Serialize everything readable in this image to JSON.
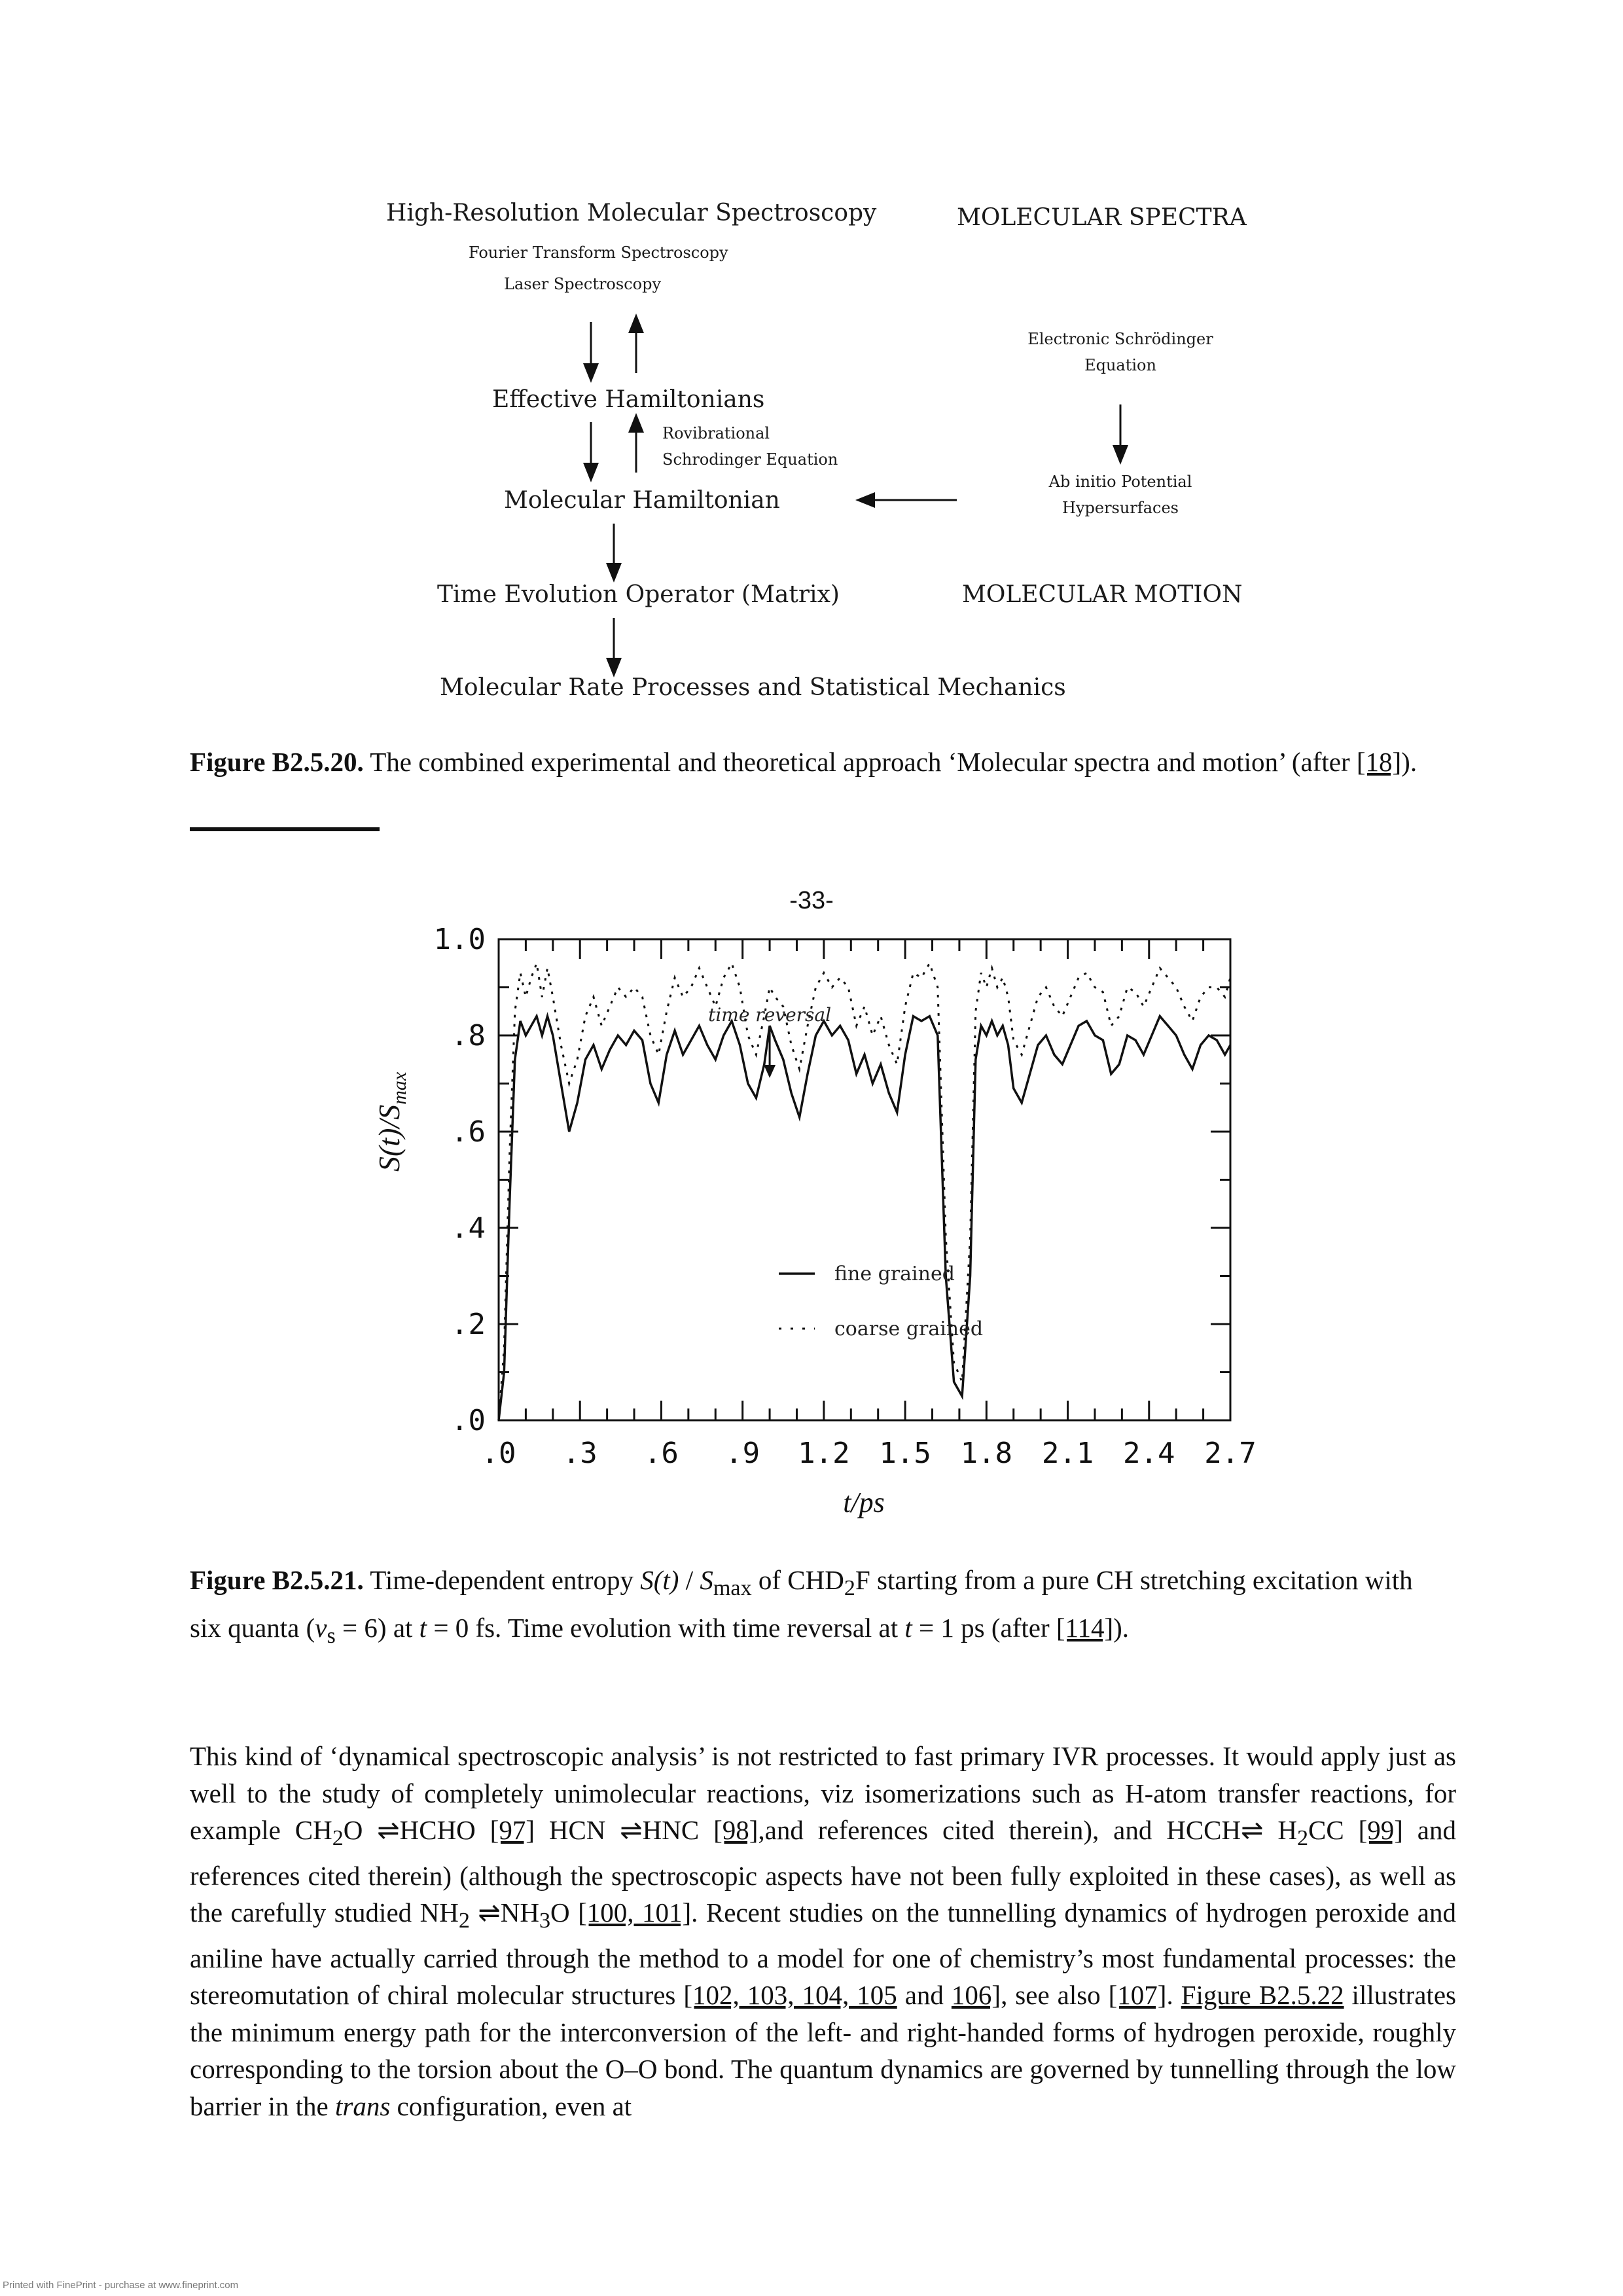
{
  "figure1": {
    "left": {
      "hrms": "High-Resolution Molecular Spectroscopy",
      "ft": "Fourier Transform Spectroscopy",
      "laser": "Laser Spectroscopy",
      "effective": "Effective Hamiltonians",
      "rovib_1": "Rovibrational",
      "rovib_2": "Schrodinger Equation",
      "molecular_h": "Molecular Hamiltonian",
      "time_evo": "Time Evolution Operator (Matrix)",
      "rate": "Molecular Rate Processes and Statistical Mechanics"
    },
    "right": {
      "spectra": "MOLECULAR SPECTRA",
      "electronic_1": "Electronic Schrödinger",
      "electronic_2": "Equation",
      "abinitio_1": "Ab initio Potential",
      "abinitio_2": "Hypersurfaces",
      "motion": "MOLECULAR MOTION"
    }
  },
  "caption1": {
    "label": "Figure B2.5.20.",
    "text": " The combined experimental and theoretical approach ‘Molecular spectra and motion’ (after ",
    "ref": "[18]",
    "end": ")."
  },
  "page_number": "-33-",
  "chart_data": {
    "type": "line",
    "xlabel": "t/ps",
    "ylabel": "S(t)/S_max",
    "xlim": [
      0,
      2.7
    ],
    "ylim": [
      0,
      1.0
    ],
    "x_ticks": [
      ".0",
      ".3",
      ".6",
      ".9",
      "1.2",
      "1.5",
      "1.8",
      "2.1",
      "2.4",
      "2.7"
    ],
    "y_ticks": [
      ".0",
      ".2",
      ".4",
      ".6",
      ".8",
      "1.0"
    ],
    "annotation": "time reversal",
    "annotation_x": 1.0,
    "legend_position": "center",
    "series": [
      {
        "name": "fine grained",
        "style": "solid",
        "x": [
          0.0,
          0.02,
          0.04,
          0.06,
          0.08,
          0.1,
          0.12,
          0.14,
          0.16,
          0.18,
          0.2,
          0.23,
          0.26,
          0.29,
          0.32,
          0.35,
          0.38,
          0.41,
          0.44,
          0.47,
          0.5,
          0.53,
          0.56,
          0.59,
          0.62,
          0.65,
          0.68,
          0.71,
          0.74,
          0.77,
          0.8,
          0.83,
          0.86,
          0.89,
          0.92,
          0.95,
          0.98,
          1.0,
          1.02,
          1.05,
          1.08,
          1.11,
          1.14,
          1.17,
          1.2,
          1.23,
          1.26,
          1.29,
          1.32,
          1.35,
          1.38,
          1.41,
          1.44,
          1.47,
          1.5,
          1.53,
          1.56,
          1.59,
          1.62,
          1.65,
          1.68,
          1.71,
          1.74,
          1.76,
          1.78,
          1.8,
          1.82,
          1.84,
          1.86,
          1.88,
          1.9,
          1.93,
          1.96,
          1.99,
          2.02,
          2.05,
          2.08,
          2.11,
          2.14,
          2.17,
          2.2,
          2.23,
          2.26,
          2.29,
          2.32,
          2.35,
          2.38,
          2.41,
          2.44,
          2.47,
          2.5,
          2.53,
          2.56,
          2.59,
          2.62,
          2.65,
          2.68,
          2.7
        ],
        "y": [
          0.0,
          0.1,
          0.45,
          0.75,
          0.83,
          0.8,
          0.82,
          0.84,
          0.8,
          0.84,
          0.8,
          0.7,
          0.6,
          0.66,
          0.75,
          0.78,
          0.73,
          0.77,
          0.8,
          0.78,
          0.81,
          0.79,
          0.7,
          0.66,
          0.76,
          0.81,
          0.76,
          0.79,
          0.82,
          0.78,
          0.75,
          0.8,
          0.83,
          0.78,
          0.7,
          0.67,
          0.74,
          0.82,
          0.79,
          0.75,
          0.68,
          0.63,
          0.72,
          0.8,
          0.83,
          0.8,
          0.82,
          0.79,
          0.72,
          0.76,
          0.7,
          0.74,
          0.68,
          0.64,
          0.76,
          0.84,
          0.83,
          0.84,
          0.8,
          0.3,
          0.08,
          0.05,
          0.3,
          0.75,
          0.82,
          0.8,
          0.83,
          0.8,
          0.82,
          0.78,
          0.69,
          0.66,
          0.72,
          0.78,
          0.8,
          0.76,
          0.74,
          0.78,
          0.82,
          0.83,
          0.8,
          0.79,
          0.72,
          0.74,
          0.8,
          0.79,
          0.76,
          0.8,
          0.84,
          0.82,
          0.8,
          0.76,
          0.73,
          0.78,
          0.8,
          0.79,
          0.76,
          0.78
        ]
      },
      {
        "name": "coarse grained",
        "style": "dotted",
        "x": [
          0.0,
          0.02,
          0.04,
          0.06,
          0.08,
          0.1,
          0.12,
          0.14,
          0.16,
          0.18,
          0.2,
          0.23,
          0.26,
          0.29,
          0.32,
          0.35,
          0.38,
          0.41,
          0.44,
          0.47,
          0.5,
          0.53,
          0.56,
          0.59,
          0.62,
          0.65,
          0.68,
          0.71,
          0.74,
          0.77,
          0.8,
          0.83,
          0.86,
          0.89,
          0.92,
          0.95,
          0.98,
          1.0,
          1.02,
          1.05,
          1.08,
          1.11,
          1.14,
          1.17,
          1.2,
          1.23,
          1.26,
          1.29,
          1.32,
          1.35,
          1.38,
          1.41,
          1.44,
          1.47,
          1.5,
          1.53,
          1.56,
          1.59,
          1.62,
          1.65,
          1.68,
          1.71,
          1.74,
          1.76,
          1.78,
          1.8,
          1.82,
          1.84,
          1.86,
          1.88,
          1.9,
          1.93,
          1.96,
          1.99,
          2.02,
          2.05,
          2.08,
          2.11,
          2.14,
          2.17,
          2.2,
          2.23,
          2.26,
          2.29,
          2.32,
          2.35,
          2.38,
          2.41,
          2.44,
          2.47,
          2.5,
          2.53,
          2.56,
          2.59,
          2.62,
          2.65,
          2.68,
          2.7
        ],
        "y": [
          0.0,
          0.15,
          0.55,
          0.85,
          0.93,
          0.88,
          0.92,
          0.95,
          0.88,
          0.94,
          0.88,
          0.78,
          0.7,
          0.75,
          0.84,
          0.88,
          0.82,
          0.86,
          0.9,
          0.88,
          0.9,
          0.88,
          0.8,
          0.76,
          0.85,
          0.92,
          0.88,
          0.9,
          0.94,
          0.9,
          0.86,
          0.92,
          0.95,
          0.9,
          0.8,
          0.76,
          0.84,
          0.9,
          0.88,
          0.86,
          0.78,
          0.73,
          0.82,
          0.9,
          0.93,
          0.9,
          0.92,
          0.9,
          0.82,
          0.86,
          0.8,
          0.84,
          0.78,
          0.74,
          0.86,
          0.93,
          0.92,
          0.95,
          0.9,
          0.38,
          0.12,
          0.08,
          0.38,
          0.85,
          0.93,
          0.9,
          0.94,
          0.9,
          0.92,
          0.88,
          0.79,
          0.76,
          0.82,
          0.88,
          0.9,
          0.86,
          0.84,
          0.88,
          0.92,
          0.93,
          0.9,
          0.89,
          0.82,
          0.84,
          0.9,
          0.89,
          0.86,
          0.9,
          0.94,
          0.92,
          0.9,
          0.86,
          0.83,
          0.88,
          0.9,
          0.9,
          0.88,
          0.92
        ]
      }
    ]
  },
  "caption2": {
    "label": "Figure B2.5.21.",
    "t1": " Time-dependent entropy ",
    "s_t": "S(t)",
    "t2": " / ",
    "s": "S",
    "s_sub": "max",
    "t3": " of CHD",
    "t3_sub": "2",
    "t4": "F starting from a pure CH stretching excitation with six quanta (",
    "v": "v",
    "v_sub": "s",
    "t5": " = 6) at ",
    "t_var": "t",
    "t6": " = 0 fs. Time evolution with time reversal at ",
    "t_var2": "t",
    "t7": " = 1 ps (after ",
    "ref": "[114]",
    "end": ")."
  },
  "body": {
    "p1": "This kind of ‘dynamical spectroscopic analysis’ is not restricted to fast primary IVR processes. It would apply just as well to the study of completely unimolecular reactions, viz isomerizations such as H-atom transfer reactions, for example CH",
    "p1_sub1": "2",
    "p2": "O ⇌HCHO ",
    "ref97": "[97]",
    "p3": " HCN ⇌HNC ",
    "ref98": "[98]",
    "p4": ",and references cited therein), and HCCH⇌ H",
    "p4_sub": "2",
    "p5": "CC ",
    "ref99": "[99]",
    "p6": " and references cited therein) (although the spectroscopic aspects have not been fully exploited in these cases), as well as the carefully studied NH",
    "p6_sub": "2",
    "p7": " ⇌NH",
    "p7_sub": "3",
    "p8": "O ",
    "ref100": "[100, 101]",
    "p9": ". Recent studies on the tunnelling dynamics of hydrogen peroxide and aniline have actually carried through the method to a model for one of chemistry’s most fundamental processes: the stereomutation of chiral molecular structures ",
    "ref102": "[102, 103, 104, 105",
    "p10": " and ",
    "ref106": "106]",
    "p11": ", see also ",
    "ref107": "[107]",
    "p12": ". ",
    "figref": "Figure B2.5.22",
    "p13": " illustrates the minimum energy path for the interconversion of the left- and right-handed forms of hydrogen peroxide, roughly corresponding to the torsion about the O–O bond. The quantum dynamics are governed by tunnelling through the low barrier in the ",
    "trans": "trans",
    "p14": " configuration, even at"
  },
  "footer": "Printed with FinePrint - purchase at www.fineprint.com"
}
